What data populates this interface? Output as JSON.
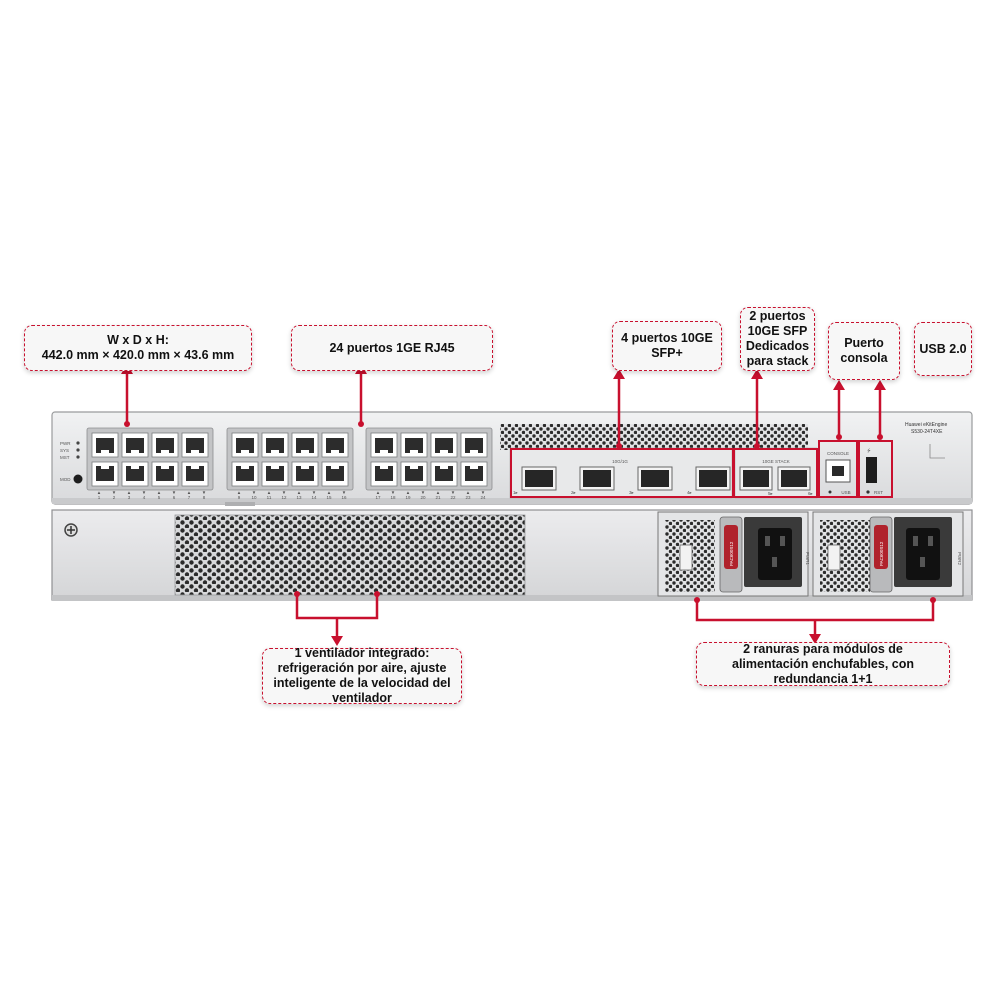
{
  "callouts": {
    "dimensions": {
      "title": "W x D x H:",
      "value": "442.0 mm × 420.0 mm × 43.6 mm"
    },
    "rj45": {
      "label": "24 puertos 1GE RJ45"
    },
    "sfp_plus": {
      "line1": "4 puertos 10GE",
      "line2": "SFP+"
    },
    "stack": {
      "line1": "2 puertos",
      "line2": "10GE SFP",
      "line3": "Dedicados",
      "line4": "para stack"
    },
    "console": {
      "line1": "Puerto",
      "line2": "consola"
    },
    "usb": {
      "label": "USB 2.0"
    },
    "fan": {
      "line1": "1 ventilador integrado:",
      "line2": "refrigeración por aire, ajuste",
      "line3": "inteligente de la velocidad del",
      "line4": "ventilador"
    },
    "power": {
      "line1": "2 ranuras para módulos de",
      "line2": "alimentación enchufables, con",
      "line3": "redundancia 1+1"
    }
  },
  "device": {
    "brand": "Huawei eKitEngine",
    "model": "S530-24T4XE",
    "leds": [
      "PWR",
      "SYS",
      "MST"
    ],
    "mode_label": "MOD",
    "port_numbers_top": [
      "1",
      "2",
      "3",
      "4",
      "5",
      "6",
      "7",
      "8",
      "9",
      "10",
      "11",
      "12",
      "13",
      "14",
      "15",
      "16",
      "17",
      "18",
      "19",
      "20",
      "21",
      "22",
      "23",
      "24"
    ],
    "sfp_group_label": "10G/1G",
    "sfp_port_labels": [
      "1",
      "2",
      "3",
      "4"
    ],
    "stack_group_label": "10GE STACK",
    "stack_port_labels": [
      "5",
      "6"
    ],
    "console_label": "CONSOLE",
    "usb_label": "USB",
    "rst_label": "RST",
    "psu_labels": [
      "PWR1",
      "PWR2"
    ],
    "psu_handle_text": "PAC600S12"
  },
  "colors": {
    "accent": "#c8102e",
    "chassis": "#e6e7e9",
    "dark_panel": "#3a3a3a"
  }
}
